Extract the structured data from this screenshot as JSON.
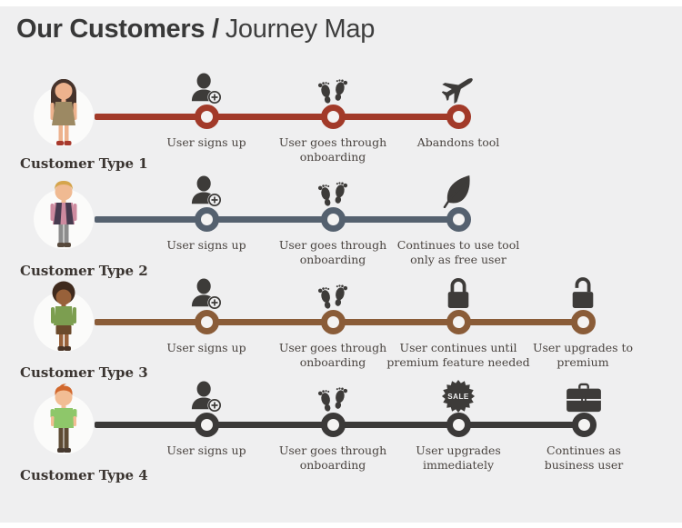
{
  "title": {
    "bold": "Our Customers /",
    "regular": "Journey Map"
  },
  "colors": {
    "background": "#efeff0",
    "row1_track": "#a23a29",
    "row2_track": "#55616f",
    "row3_track": "#8a5c38",
    "row4_track": "#3b3938",
    "icon": "#3d3b39",
    "caption_text": "#4a4440",
    "label_text": "#3b3531",
    "title_text": "#383838",
    "sale_badge_text_color": "#f2f2f2"
  },
  "rows": [
    {
      "label": "Customer Type 1",
      "avatar": "woman-long-dark-hair",
      "color": "#a23a29",
      "milestones": [
        {
          "icon": "user-add-icon",
          "caption": "User signs up"
        },
        {
          "icon": "footprints-icon",
          "caption": "User goes through onboarding"
        },
        {
          "icon": "airplane-icon",
          "caption": "Abandons tool"
        }
      ]
    },
    {
      "label": "Customer Type 2",
      "avatar": "man-blonde-hair-vest",
      "color": "#55616f",
      "milestones": [
        {
          "icon": "user-add-icon",
          "caption": "User signs up"
        },
        {
          "icon": "footprints-icon",
          "caption": "User goes through onboarding"
        },
        {
          "icon": "leaf-icon",
          "caption": "Continues to use tool only as free user"
        }
      ]
    },
    {
      "label": "Customer Type 3",
      "avatar": "woman-afro-green-top",
      "color": "#8a5c38",
      "milestones": [
        {
          "icon": "user-add-icon",
          "caption": "User signs up"
        },
        {
          "icon": "footprints-icon",
          "caption": "User goes through onboarding"
        },
        {
          "icon": "lock-closed-icon",
          "caption": "User continues until premium feature needed"
        },
        {
          "icon": "lock-open-icon",
          "caption": "User upgrades to premium"
        }
      ]
    },
    {
      "label": "Customer Type 4",
      "avatar": "man-red-hair-green-shirt",
      "color": "#3b3938",
      "milestones": [
        {
          "icon": "user-add-icon",
          "caption": "User signs up"
        },
        {
          "icon": "footprints-icon",
          "caption": "User goes through onboarding"
        },
        {
          "icon": "sale-badge-icon",
          "caption": "User upgrades immediately",
          "badge_text": "SALE"
        },
        {
          "icon": "briefcase-icon",
          "caption": "Continues as business user"
        }
      ]
    }
  ]
}
